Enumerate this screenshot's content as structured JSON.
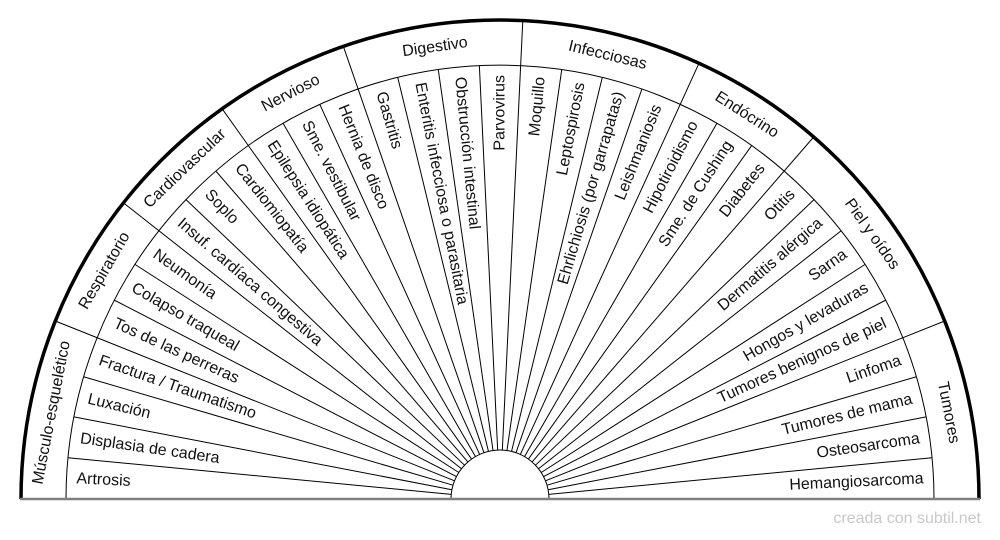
{
  "diagram": {
    "type": "semicircle-wheel",
    "colors": {
      "line": "#000000",
      "baseline": "#808080",
      "credit": "#c8c8c8",
      "text": "#111111"
    },
    "categories": [
      {
        "name": "Músculo-esquelético",
        "items": [
          "Artrosis",
          "Displasia de cadera",
          "Luxación",
          "Fractura / Traumatismo"
        ]
      },
      {
        "name": "Respiratorio",
        "items": [
          "Tos de las perreras",
          "Colapso traqueal",
          "Neumonía"
        ]
      },
      {
        "name": "Cardiovascular",
        "items": [
          "Insuf. cardíaca congestiva",
          "Soplo",
          "Cardiomiopatía"
        ]
      },
      {
        "name": "Nervioso",
        "items": [
          "Epilepsia idiopática",
          "Sme. vestibular",
          "Hernia de disco"
        ]
      },
      {
        "name": "Digestivo",
        "items": [
          "Gastritis",
          "Enteritis infecciosa o parasitaria",
          "Obstrucción intestinal",
          "Parvovirus"
        ]
      },
      {
        "name": "Infecciosas",
        "items": [
          "Moquillo",
          "Leptospirosis",
          "Ehrlichiosis (por garrapatas)",
          "Leishmaniosis"
        ]
      },
      {
        "name": "Endócrino",
        "items": [
          "Hipotiroidismo",
          "Sme. de Cushing",
          "Diabetes"
        ]
      },
      {
        "name": "Piel y oídos",
        "items": [
          "Otitis",
          "Dermatitis alérgica",
          "Sarna",
          "Hongos y levaduras",
          "Tumores benignos de piel"
        ]
      },
      {
        "name": "Tumores",
        "items": [
          "Linfoma",
          "Tumores de mama",
          "Osteosarcoma",
          "Hemangiosarcoma"
        ]
      }
    ]
  },
  "footer": {
    "credit": "creada con subtil.net"
  }
}
